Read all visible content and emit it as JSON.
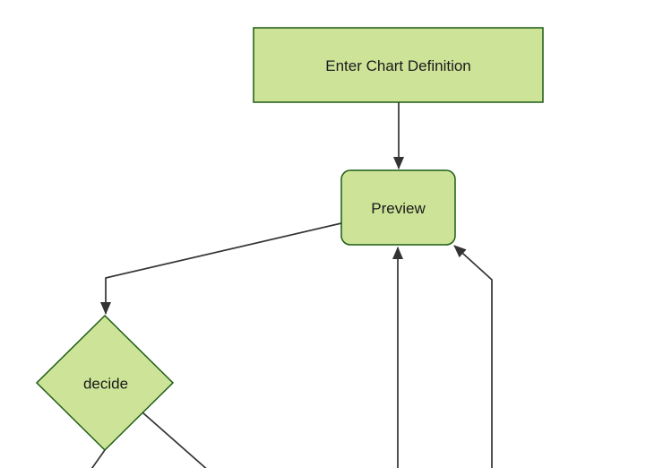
{
  "colors": {
    "background": "#ffffff",
    "node_fill": "#cde498",
    "node_border": "#1d5c12",
    "edge_color": "#333333",
    "text_color": "#1a1a1a"
  },
  "diagram": {
    "type": "flowchart",
    "direction": "top-down",
    "nodes": [
      {
        "id": "enter-chart-definition",
        "label": "Enter Chart Definition",
        "shape": "rectangle"
      },
      {
        "id": "preview",
        "label": "Preview",
        "shape": "rounded-rectangle"
      },
      {
        "id": "decide",
        "label": "decide",
        "shape": "diamond"
      }
    ],
    "edges": [
      {
        "from": "enter-chart-definition",
        "to": "preview",
        "arrowhead": true
      },
      {
        "from": "preview",
        "to": "decide",
        "arrowhead": true
      },
      {
        "from": "decide",
        "to": "offscreen-bottom-left",
        "arrowhead": false
      },
      {
        "from": "decide",
        "to": "offscreen-bottom-right",
        "arrowhead": false
      },
      {
        "from": "offscreen-bottom-center",
        "to": "preview",
        "arrowhead": true
      },
      {
        "from": "offscreen-bottom-right",
        "to": "preview",
        "arrowhead": true
      }
    ]
  }
}
